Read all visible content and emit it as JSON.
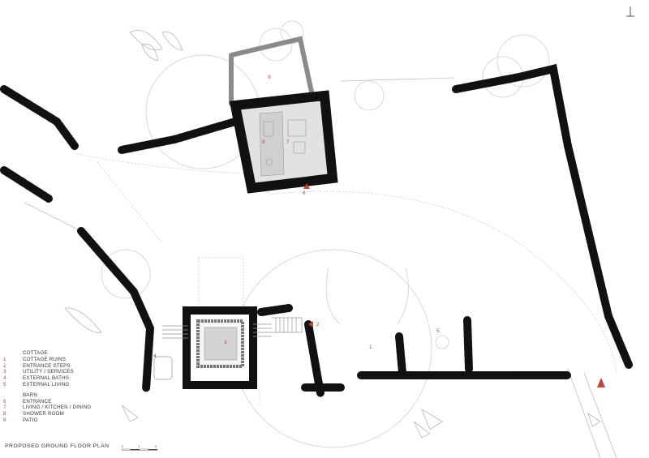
{
  "legend": {
    "cottage": {
      "heading": "COTTAGE",
      "items": [
        {
          "num": "1",
          "label": "COTTAGE RUINS"
        },
        {
          "num": "2",
          "label": "ENTRANCE STEPS"
        },
        {
          "num": "3",
          "label": "UTILITY / SERVICES"
        },
        {
          "num": "4",
          "label": "EXTERNAL BATHS"
        },
        {
          "num": "5",
          "label": "EXTERNAL LIVING"
        }
      ]
    },
    "barn": {
      "heading": "BARN",
      "items": [
        {
          "num": "6",
          "label": "ENTRANCE"
        },
        {
          "num": "7",
          "label": "LIVING / KITCHEN / DINING"
        },
        {
          "num": "8",
          "label": "SHOWER ROOM"
        },
        {
          "num": "9",
          "label": "PATIO"
        }
      ]
    }
  },
  "title": "PROPOSED GROUND FLOOR PLAN",
  "scale_bar": {
    "labels": [
      "0",
      "1",
      "2"
    ]
  },
  "plan_labels": {
    "n1": "1",
    "n2": "2",
    "n3": "3",
    "n4": "4",
    "n5": "5",
    "n6": "6",
    "n7": "7",
    "n8": "8",
    "n9": "9"
  },
  "colors": {
    "wall": "#111111",
    "accent": "#b9473a",
    "linework": "#c8c8c8",
    "grey_wall": "#8a8a8a"
  },
  "icons": {
    "north_arrow": "north-arrow-icon"
  }
}
